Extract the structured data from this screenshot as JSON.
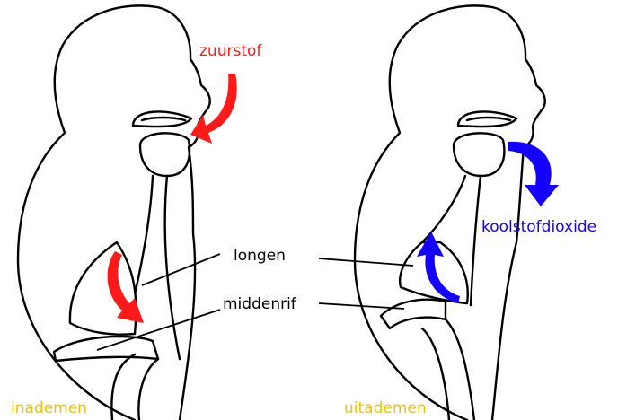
{
  "labels": {
    "oxygen": "zuurstof",
    "carbon_dioxide": "koolstofdioxide",
    "lungs": "longen",
    "diaphragm": "middenrif",
    "inhale": "inademen",
    "exhale": "uitademen"
  },
  "colors": {
    "oxygen_arrow": "#ff1a1a",
    "carbon_dioxide_arrow": "#1400ff",
    "caption": "#f2c200",
    "outline": "#000000"
  },
  "icons": {
    "oxygen_in": "arrow-curved-down-left-icon",
    "air_to_lungs": "arrow-curved-down-icon",
    "air_from_lungs": "arrow-curved-up-icon",
    "carbon_dioxide_out": "arrow-curved-down-icon"
  }
}
